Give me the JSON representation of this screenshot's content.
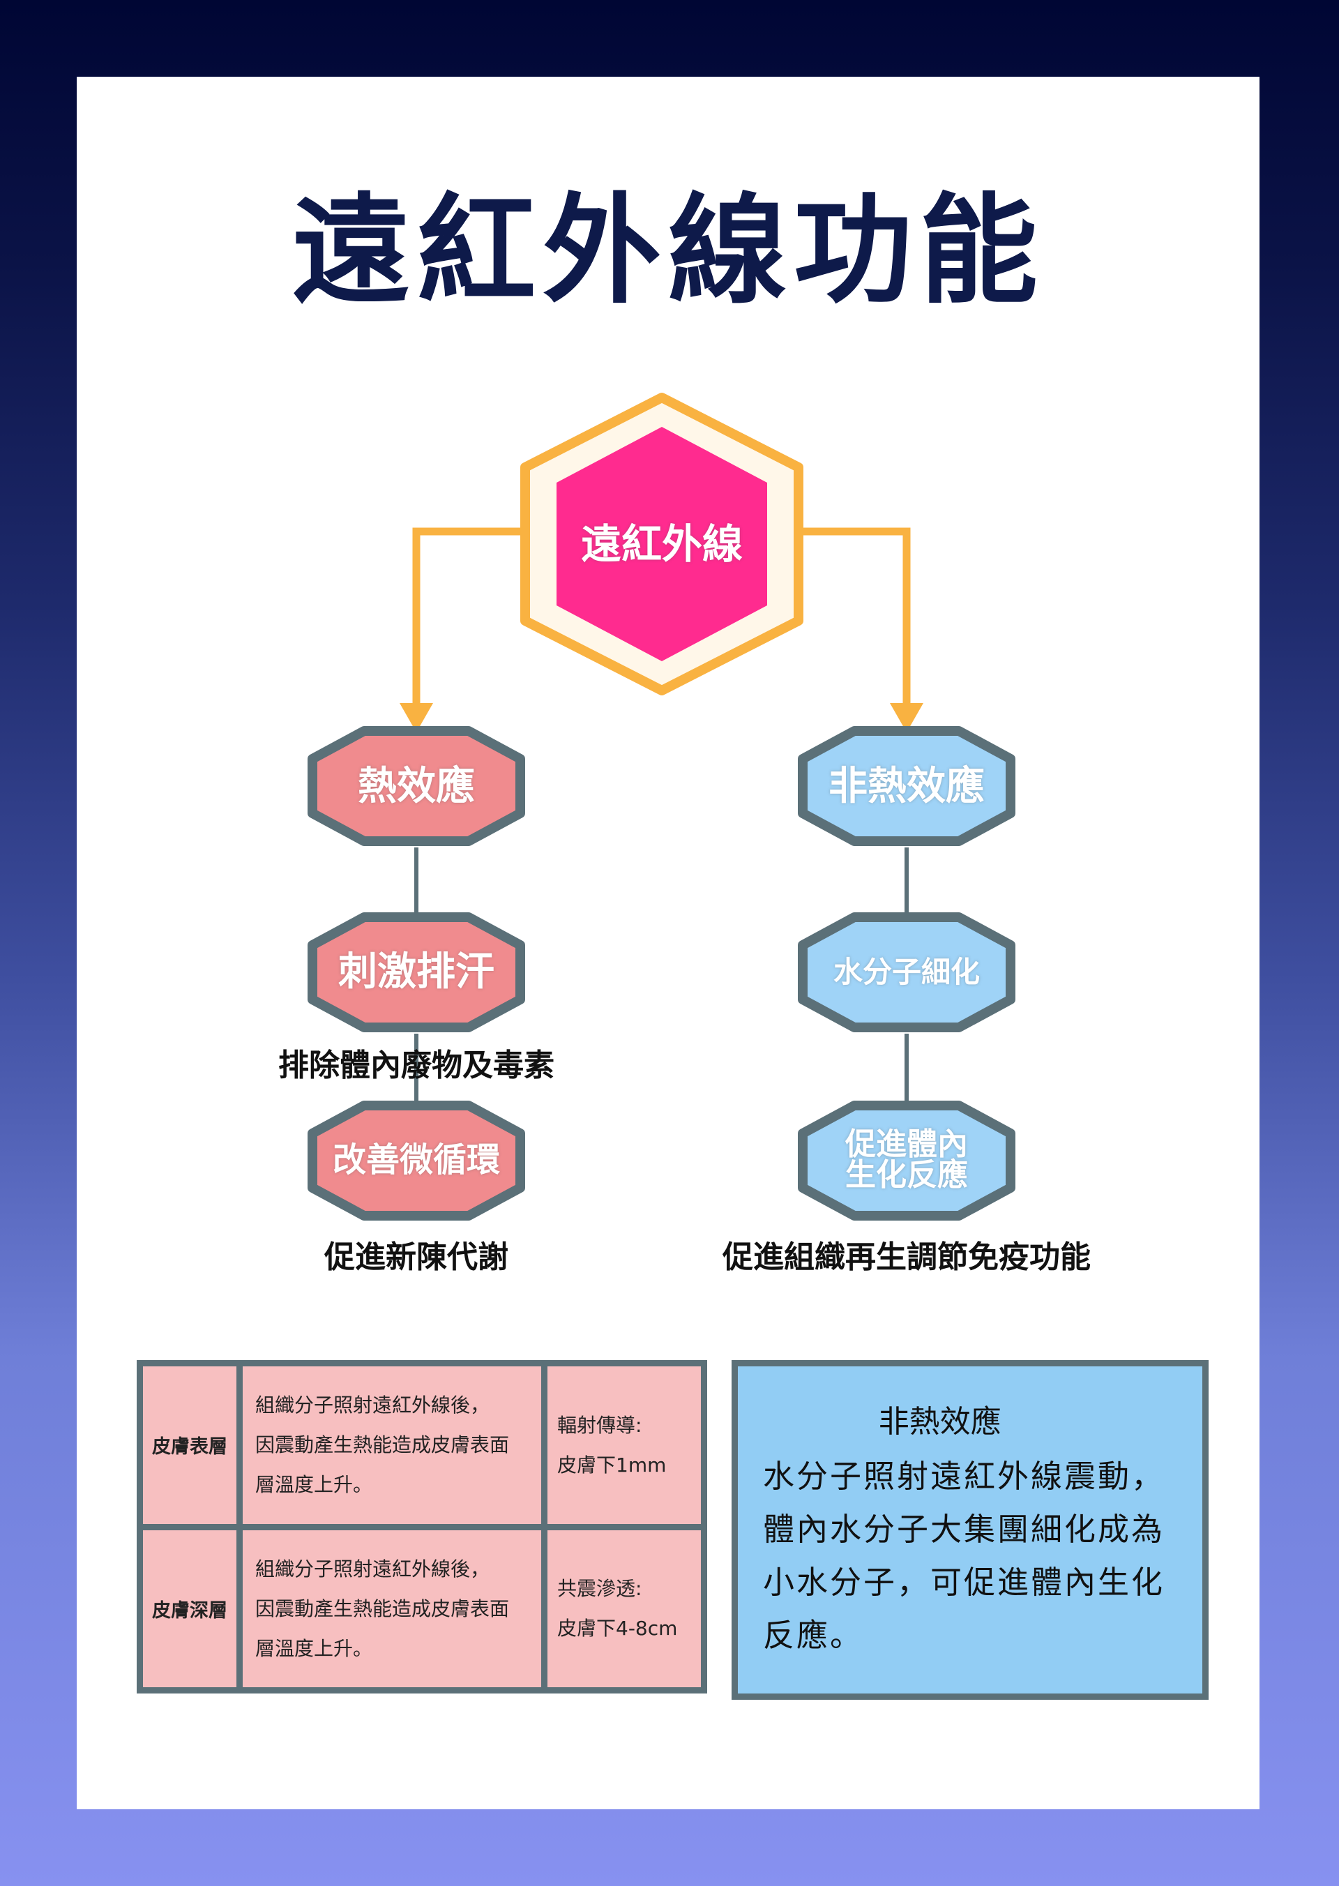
{
  "title": "遠紅外線功能",
  "center": {
    "label": "遠紅外線",
    "fill": "#ff2b8f",
    "ring": "#f9b241"
  },
  "left_branch": {
    "nodes": [
      "熱效應",
      "刺激排汗",
      "改善微循環"
    ],
    "fill": "#f08b8e",
    "note": "排除體內廢物及毒素",
    "caption": "促進新陳代謝"
  },
  "right_branch": {
    "nodes": [
      "非熱效應",
      "水分子細化",
      "促進體內",
      "生化反應"
    ],
    "fill": "#9fd3f7",
    "caption": "促進組織再生調節免疫功能"
  },
  "skin_table": {
    "rows": [
      {
        "layer": "皮膚表層",
        "desc": [
          "組織分子照射遠紅外線後，",
          "因震動產生熱能造成皮膚表面",
          "層溫度上升。"
        ],
        "mode": "輻射傳導:",
        "depth": "皮膚下1mm"
      },
      {
        "layer": "皮膚深層",
        "desc": [
          "組織分子照射遠紅外線後，",
          "因震動產生熱能造成皮膚表面",
          "層溫度上升。"
        ],
        "mode": "共震滲透:",
        "depth": "皮膚下4-8cm"
      }
    ]
  },
  "info_box": {
    "heading": "非熱效應",
    "lines": [
      "水分子照射遠紅外線震動，",
      "體內水分子大集團細化成為",
      "小水分子，可促進體內生化",
      "反應。"
    ]
  },
  "colors": {
    "border": "#5b7078",
    "arrow": "#f9b241",
    "navy": "#0e1a4a"
  }
}
